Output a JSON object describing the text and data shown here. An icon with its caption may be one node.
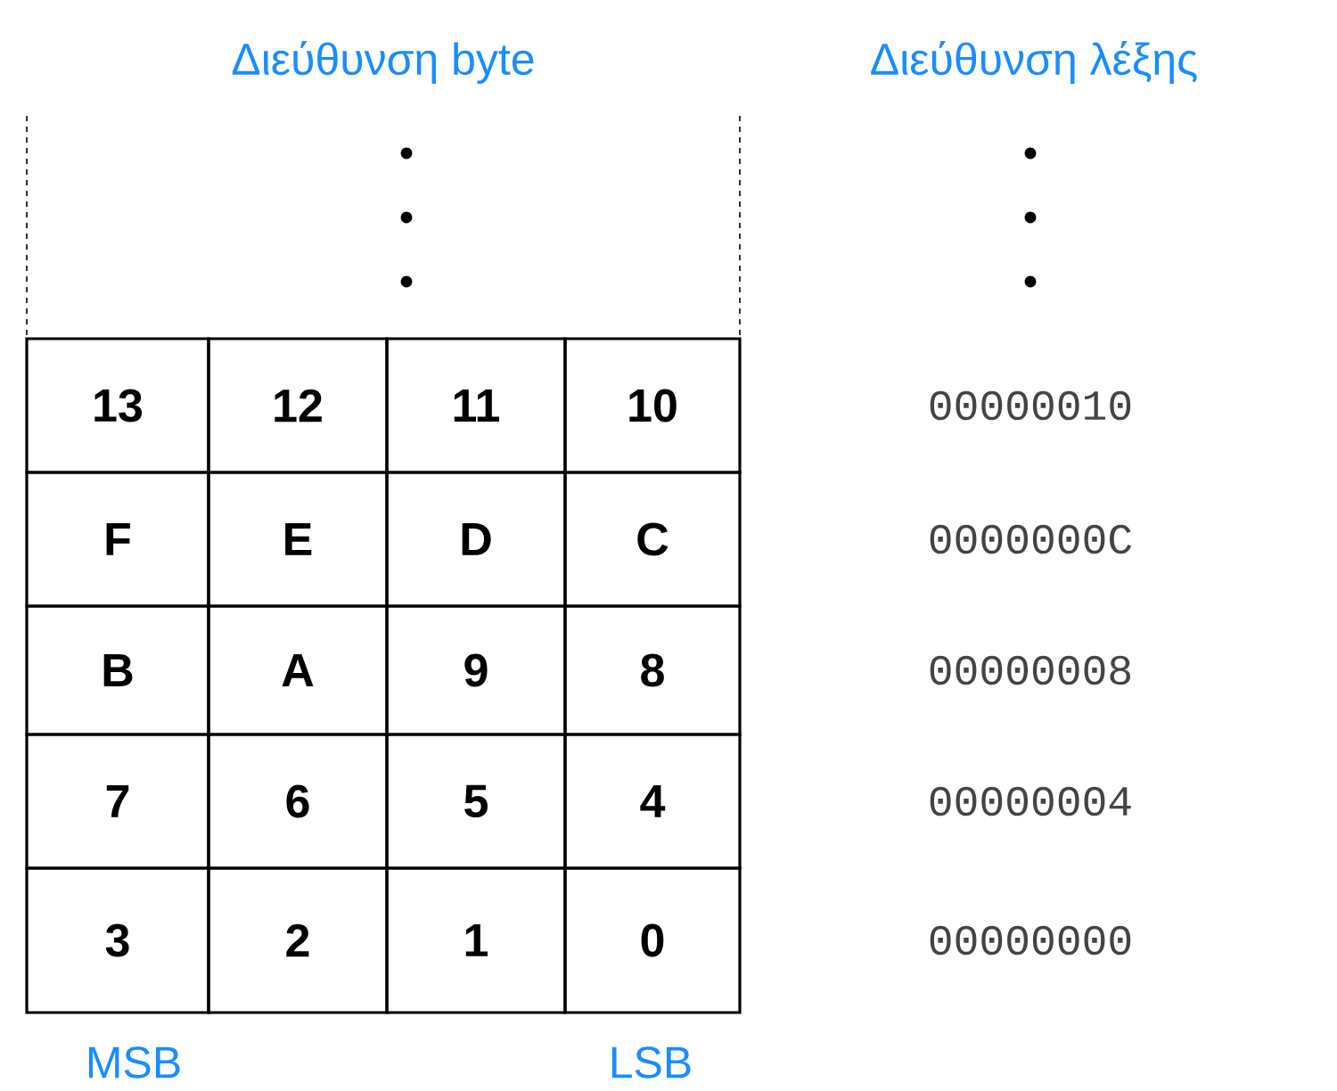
{
  "diagram": {
    "labels": [
      "Διεύθυνση byte",
      "Διεύθυνση λέξης",
      "13",
      "12",
      "11",
      "10",
      "00000010",
      "F",
      "E",
      "D",
      "C",
      "0000000C",
      "B",
      "A",
      "9",
      "8",
      "00000008",
      "7",
      "6",
      "5",
      "4",
      "00000004",
      "3",
      "2",
      "1",
      "0",
      "00000000",
      "MSB",
      "LSB"
    ]
  }
}
